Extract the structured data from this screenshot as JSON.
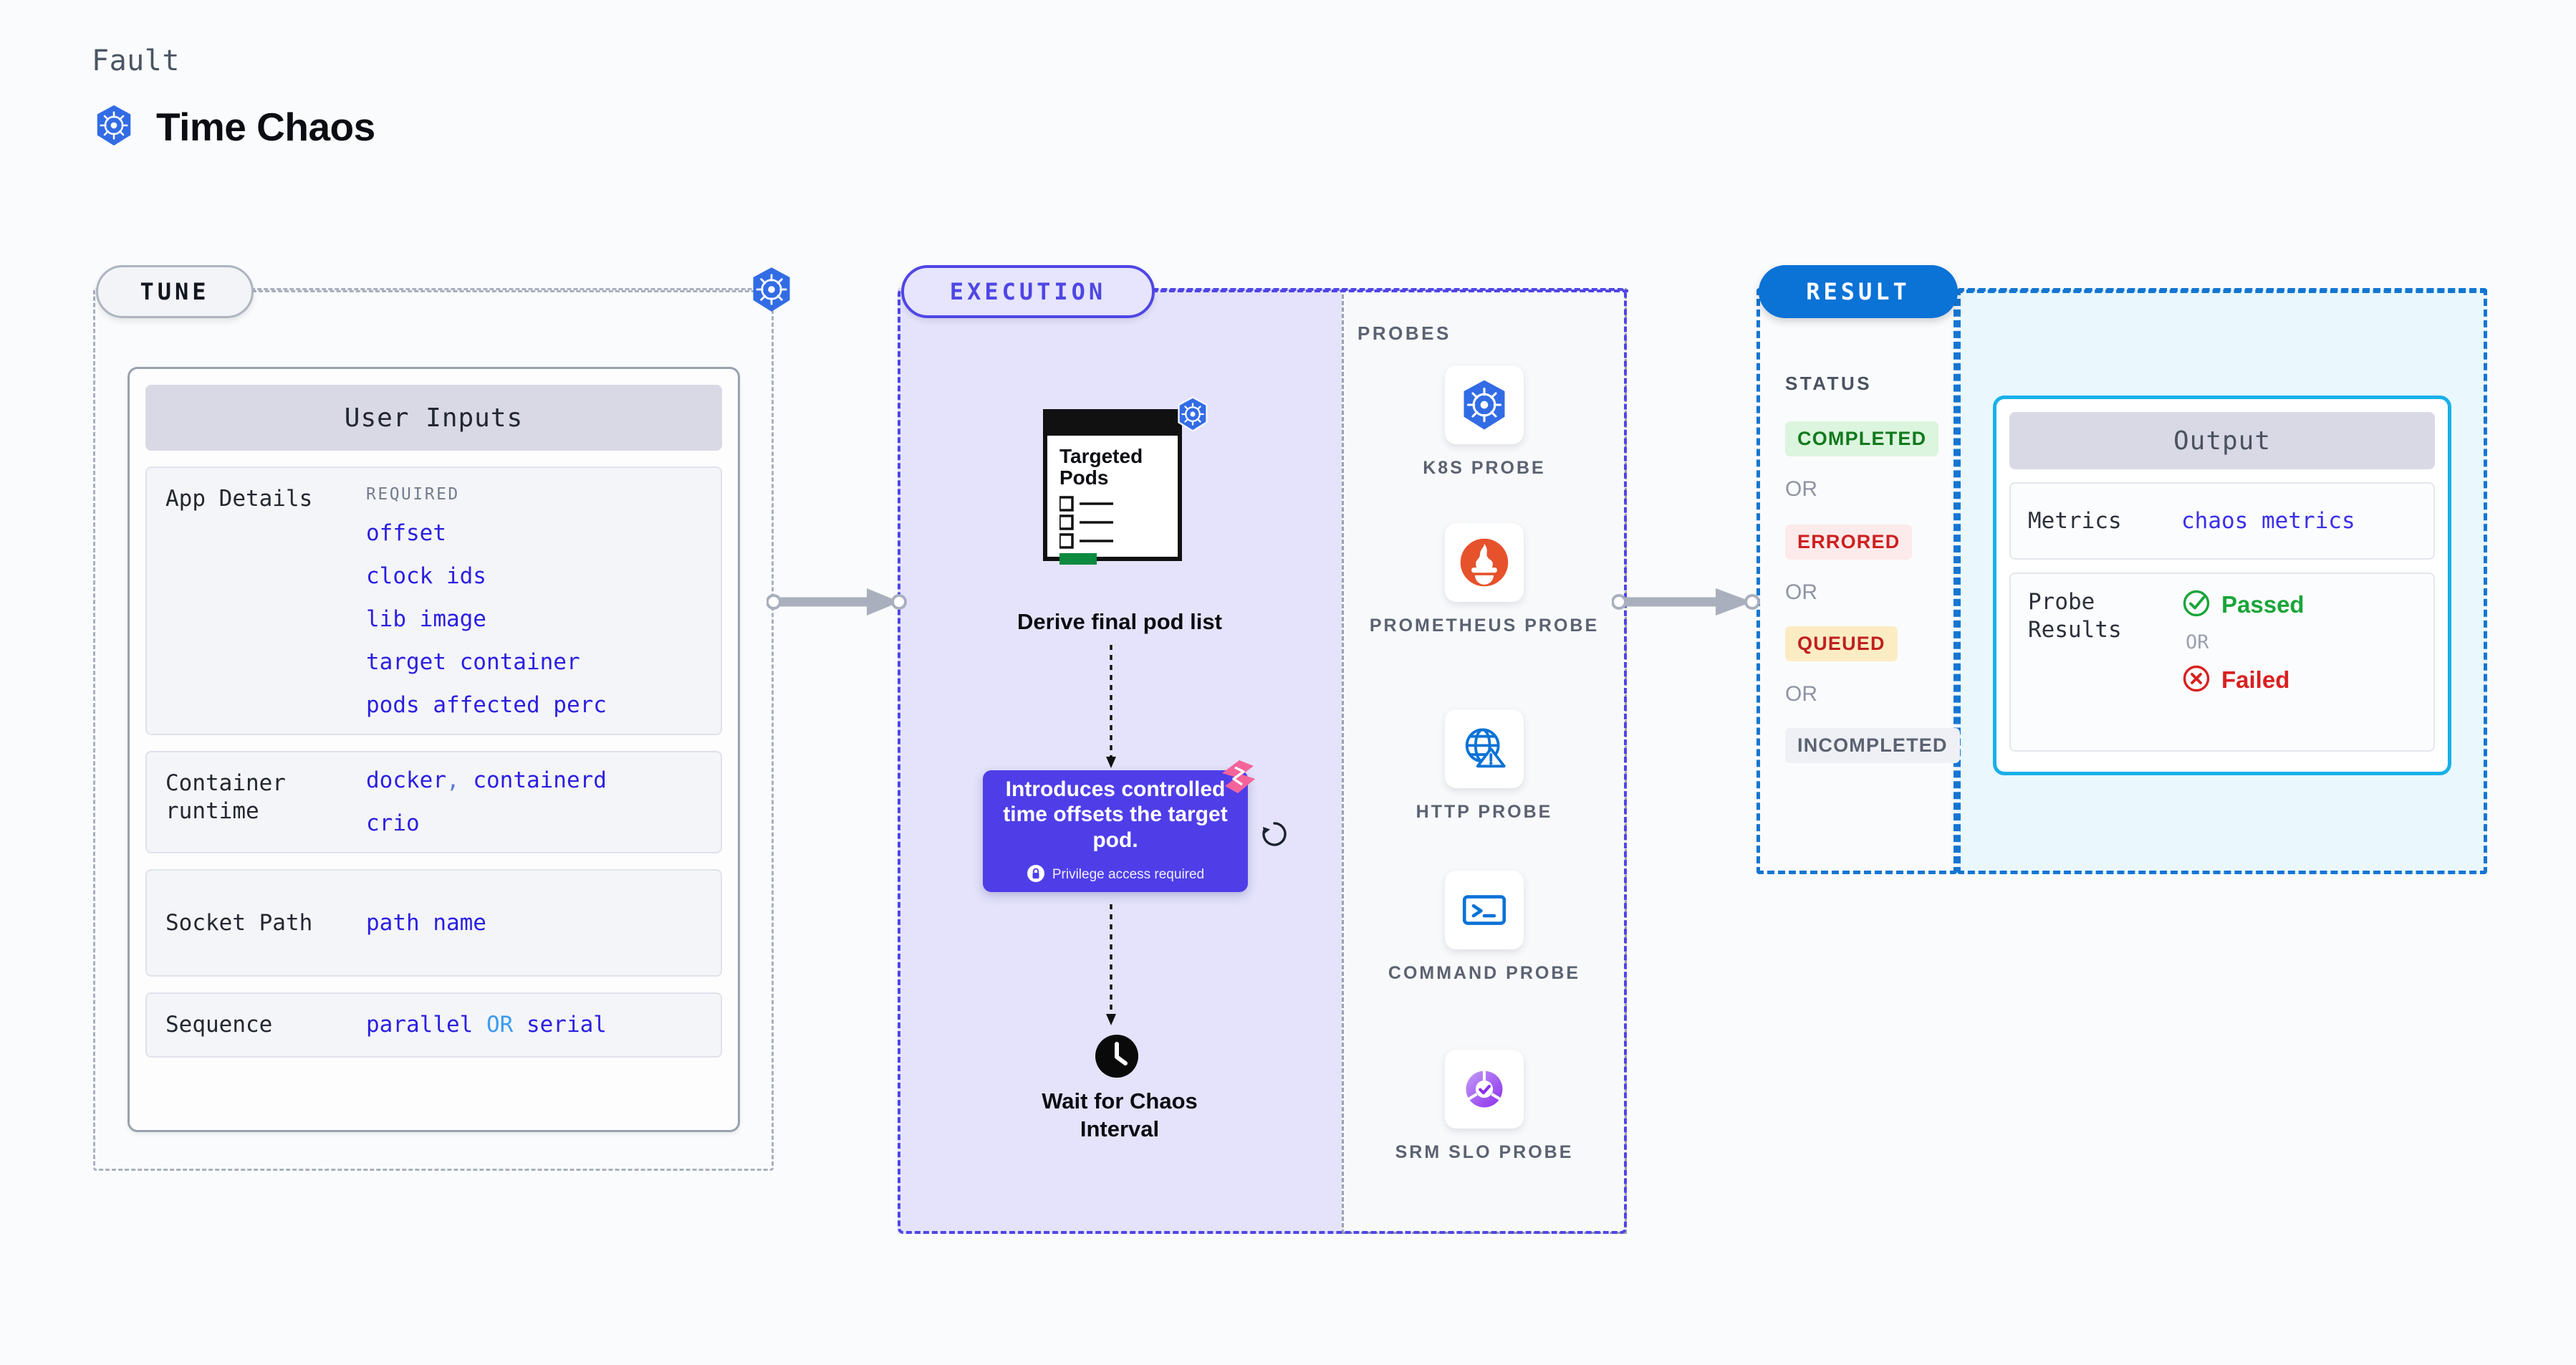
{
  "header": {
    "fault_label": "Fault",
    "title": "Time Chaos",
    "icon": "kubernetes-icon"
  },
  "stages": {
    "tune": "TUNE",
    "execution": "EXECUTION",
    "result": "RESULT"
  },
  "colors": {
    "accent_purple": "#4f46e5",
    "accent_blue": "#1476d2",
    "accent_cyan": "#18b0e8",
    "value_blue": "#2b1fe0",
    "k8s_blue": "#326ce5",
    "prometheus_orange": "#e6522c",
    "pass_green": "#1aa53a",
    "fail_red": "#d92020"
  },
  "tune": {
    "card_title": "User Inputs",
    "rows": [
      {
        "label": "App Details",
        "required_tag": "REQUIRED",
        "values": [
          "offset",
          "clock ids",
          "lib image",
          "target container",
          "pods affected perc"
        ]
      },
      {
        "label": "Container runtime",
        "required_tag": "",
        "values": [
          "docker , containerd",
          "crio"
        ]
      },
      {
        "label": "Socket Path",
        "required_tag": "",
        "values": [
          "path name"
        ]
      },
      {
        "label": "Sequence",
        "required_tag": "",
        "values": [
          "parallel OR serial"
        ]
      }
    ],
    "sequence_parts": {
      "first": "parallel",
      "or": "OR",
      "second": "serial"
    },
    "runtime_parts": {
      "first": "docker",
      "comma": ",",
      "second": "containerd",
      "third": "crio"
    }
  },
  "execution": {
    "pod_card_title": "Targeted\nPods",
    "pod_card_title_line1": "Targeted",
    "pod_card_title_line2": "Pods",
    "derive_caption": "Derive final pod list",
    "info_card": {
      "text": "Introduces controlled time offsets the target pod.",
      "privilege_note": "Privilege access required",
      "lock_icon": "lock-icon",
      "ribbon_icon": "harness-ribbon-icon",
      "rotate_icon": "rotate-ccw-icon"
    },
    "wait_caption_line1": "Wait for Chaos",
    "wait_caption_line2": "Interval",
    "clock_icon": "clock-icon"
  },
  "probes": {
    "title": "PROBES",
    "items": [
      {
        "label": "K8S PROBE",
        "icon": "kubernetes-icon"
      },
      {
        "label": "PROMETHEUS PROBE",
        "icon": "prometheus-icon"
      },
      {
        "label": "HTTP PROBE",
        "icon": "globe-alert-icon"
      },
      {
        "label": "COMMAND PROBE",
        "icon": "terminal-icon"
      },
      {
        "label": "SRM SLO PROBE",
        "icon": "slo-donut-check-icon"
      }
    ]
  },
  "result": {
    "status_title": "STATUS",
    "or_label": "OR",
    "statuses": [
      {
        "label": "COMPLETED",
        "bg": "#dcf5de",
        "fg": "#127a1e"
      },
      {
        "label": "ERRORED",
        "bg": "#fdeaea",
        "fg": "#cc2020"
      },
      {
        "label": "QUEUED",
        "bg": "#fcecc4",
        "fg": "#c02020"
      },
      {
        "label": "INCOMPLETED",
        "bg": "#eff0f5",
        "fg": "#5b6271"
      }
    ]
  },
  "output": {
    "card_title": "Output",
    "metrics_label": "Metrics",
    "metrics_value": "chaos metrics",
    "probe_results_label": "Probe Results",
    "passed_label": "Passed",
    "failed_label": "Failed",
    "or_label": "OR",
    "passed_icon": "check-circle-icon",
    "failed_icon": "x-circle-icon"
  }
}
